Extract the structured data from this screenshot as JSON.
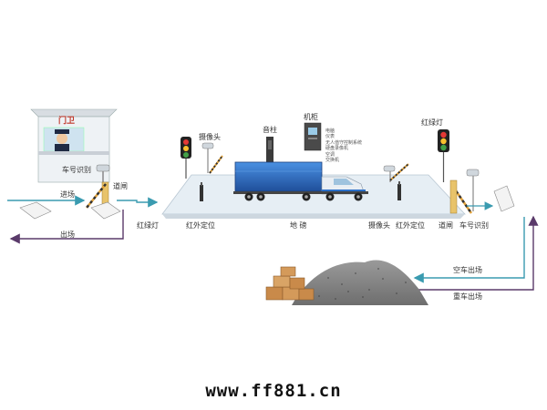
{
  "labels": {
    "guard_booth": "门卫",
    "plate_recognition_left": "车号识别",
    "barrier_left": "道闸",
    "entry": "进场",
    "exit": "出场",
    "camera_top": "摄像头",
    "column": "音柱",
    "cabinet": "机柜",
    "traffic_light_top_right": "红绿灯",
    "traffic_light_left": "红绿灯",
    "infrared_left": "红外定位",
    "weighbridge": "地 磅",
    "camera_right": "摄像头",
    "infrared_right": "红外定位",
    "barrier_right": "道闸",
    "plate_recognition_right": "车号识别",
    "empty_exit": "空车出场",
    "loaded_exit": "重车出场",
    "footer": "www.ff881.cn"
  },
  "cabinet_items": [
    "电脑",
    "仪表",
    "无人值守控制系统",
    "硬盘录像机",
    "空调",
    "交换机"
  ],
  "colors": {
    "arrow_teal": "#3a9bb0",
    "arrow_purple": "#5a3a6a",
    "truck_blue": "#2b6fc8",
    "platform": "#e6eef4"
  }
}
